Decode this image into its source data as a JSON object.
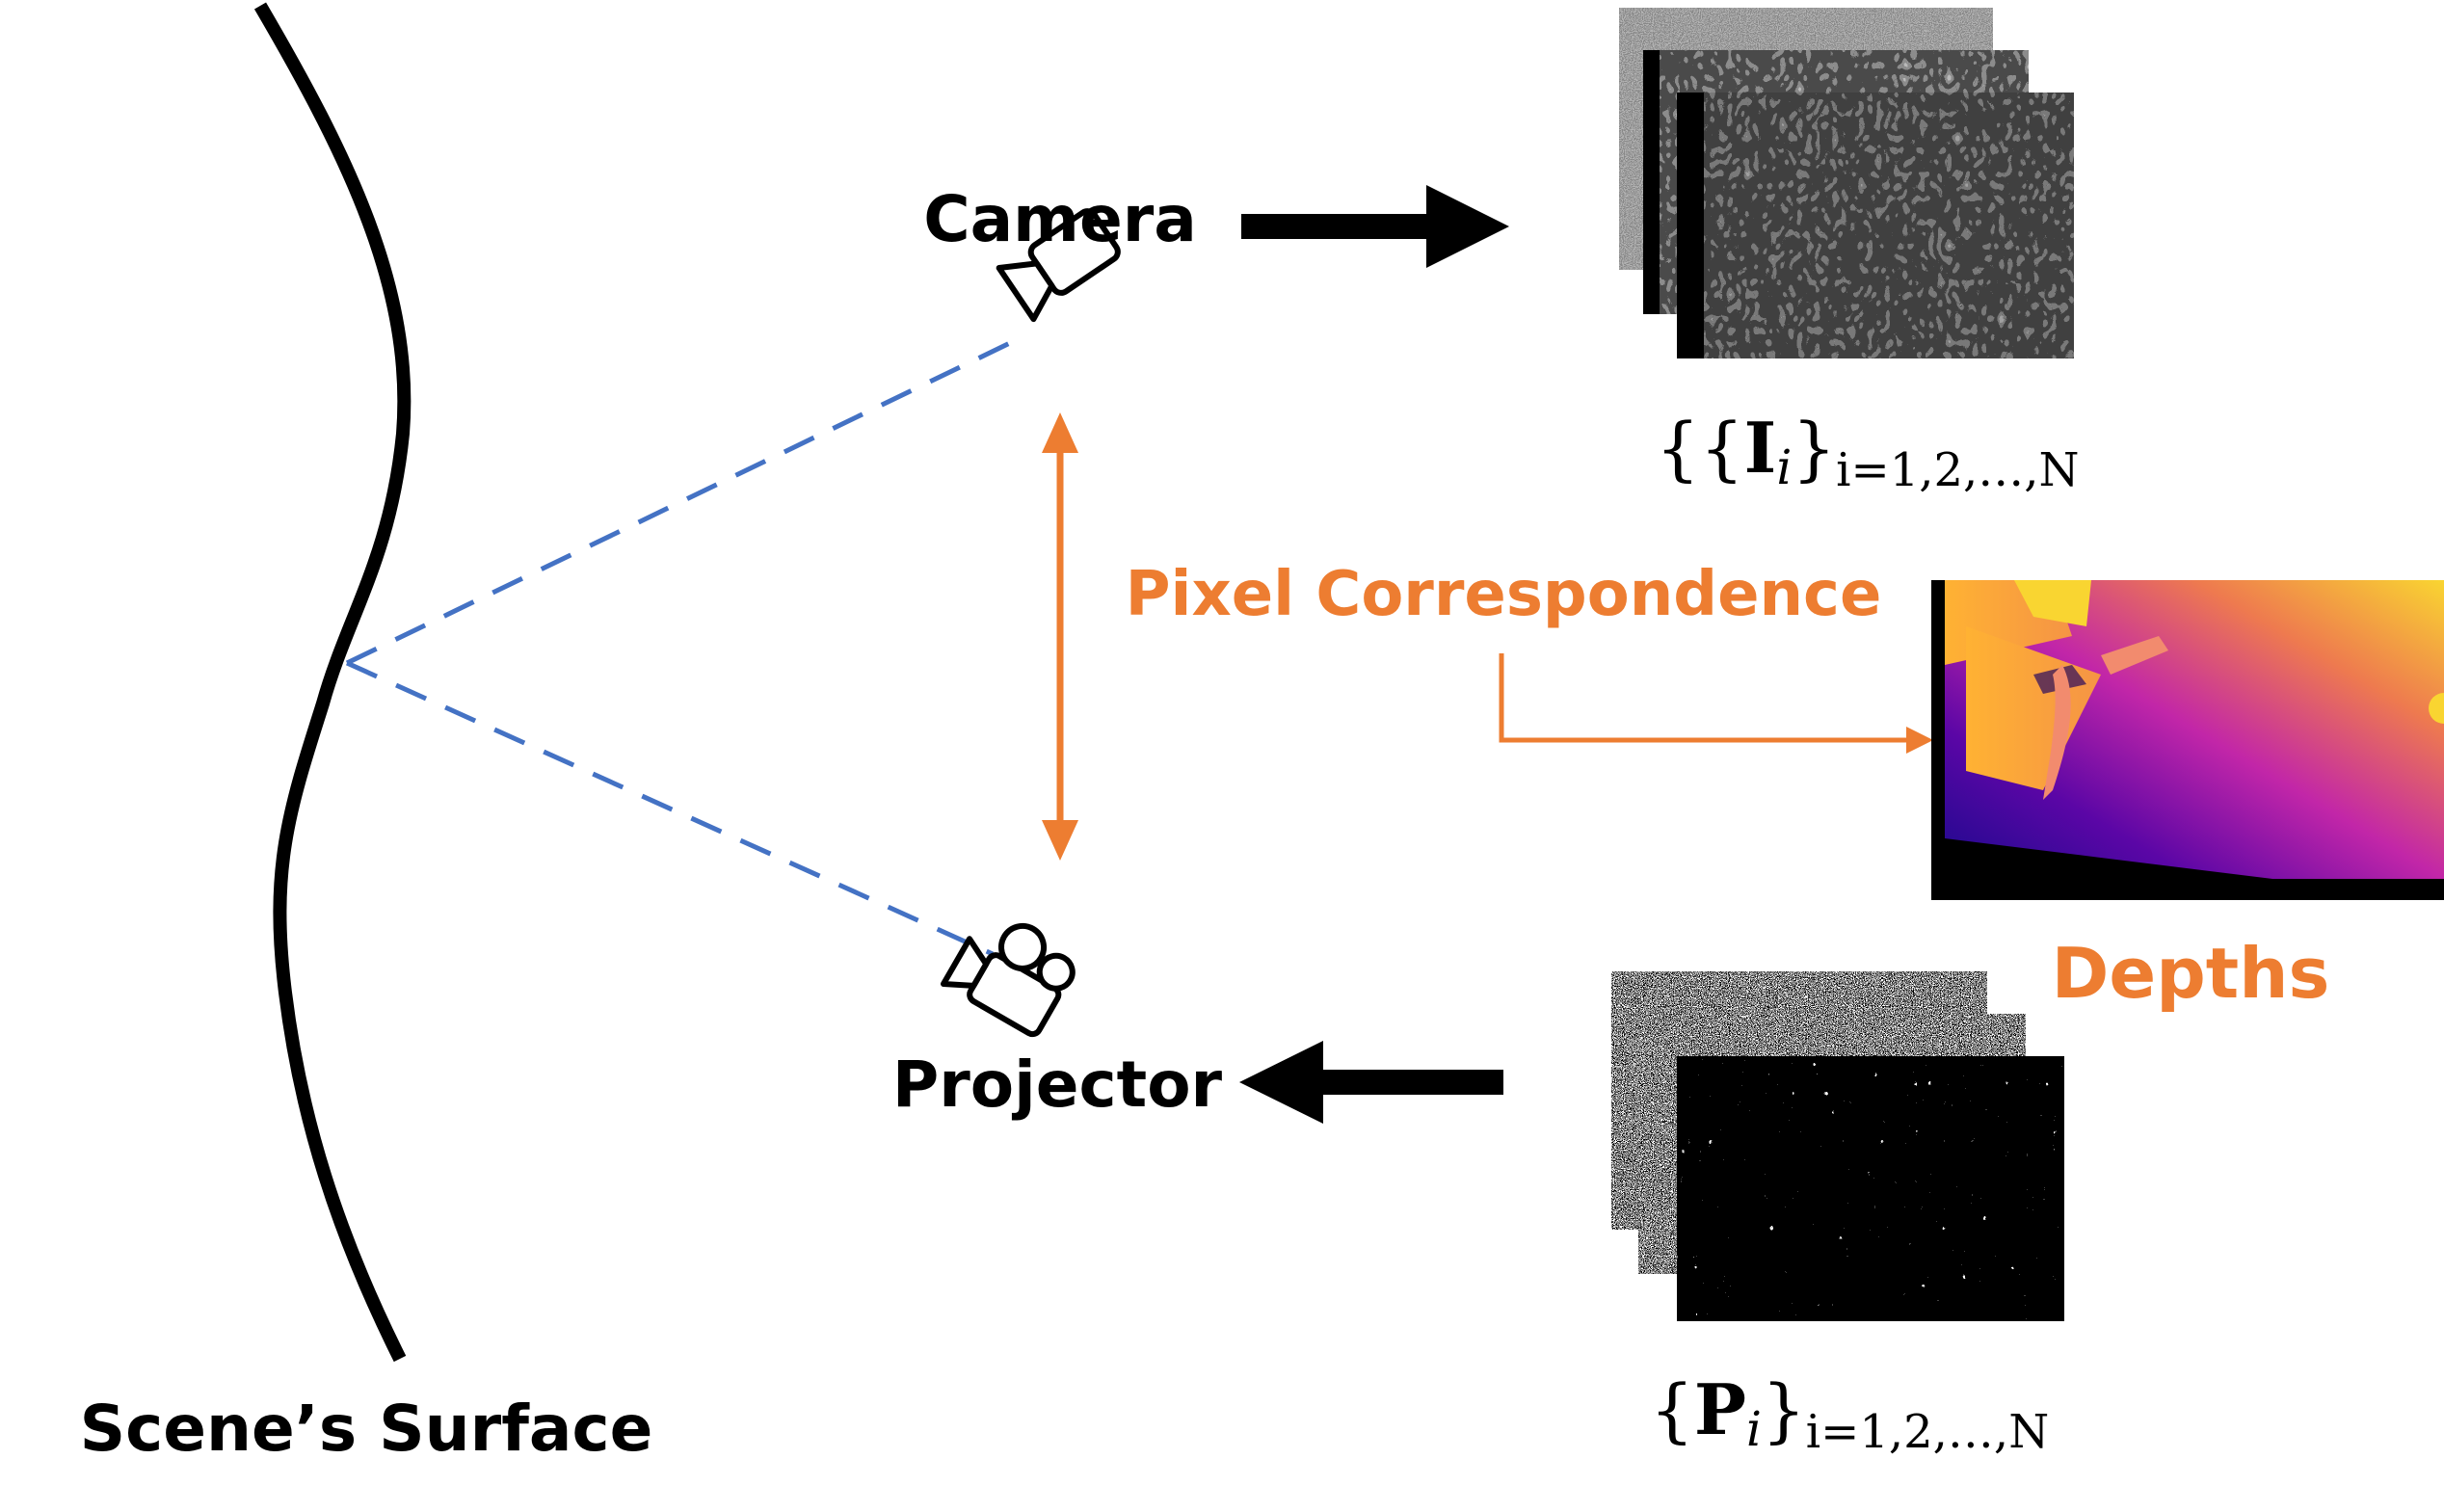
{
  "labels": {
    "camera": "Camera",
    "projector": "Projector",
    "surface": "Scene’s Surface",
    "correspondence": "Pixel Correspondence",
    "depths": "Depths"
  },
  "formulas": {
    "images": {
      "open": "{{",
      "symbol": "I",
      "sub": "i",
      "close": "}",
      "range": "i=1,2,…,N"
    },
    "patterns": {
      "open": "{",
      "symbol": "P",
      "sub": "i",
      "close": "}",
      "range": "i=1,2,…,N"
    }
  },
  "icons": {
    "camera": "video-camera-icon",
    "projector": "projector-camera-icon"
  },
  "colors": {
    "ink": "#000000",
    "accent": "#ED7D31",
    "rays": "#4472C4",
    "depth_low": "#1a0a8c",
    "depth_mid": "#c226a8",
    "depth_high": "#f9d531"
  }
}
